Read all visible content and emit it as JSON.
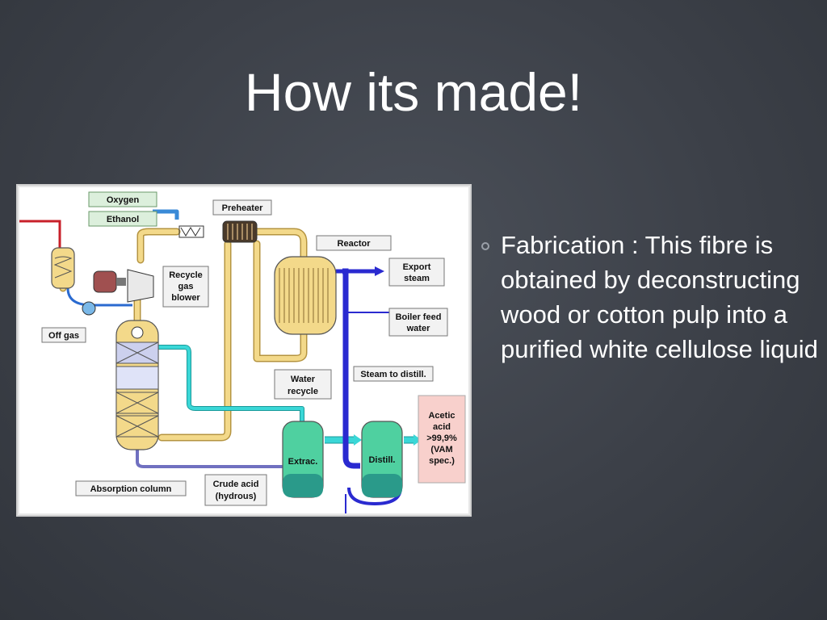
{
  "slide": {
    "title": "How its made!",
    "bullet": "Fabrication : This fibre is obtained by deconstructing wood or cotton pulp into a purified white cellulose liquid"
  },
  "diagram": {
    "labels": {
      "oxygen": "Oxygen",
      "ethanol": "Ethanol",
      "preheater": "Preheater",
      "reactor": "Reactor",
      "export_steam": [
        "Export",
        "steam"
      ],
      "recycle_gas_blower": [
        "Recycle",
        "gas",
        "blower"
      ],
      "boiler_feed_water": [
        "Boiler feed",
        "water"
      ],
      "off_gas": "Off gas",
      "steam_to_distill": "Steam to distill.",
      "water_recycle": [
        "Water",
        "recycle"
      ],
      "acetic_acid": [
        "Acetic",
        "acid",
        ">99,9%",
        "(VAM",
        "spec.)"
      ],
      "extrac": "Extrac.",
      "distill": "Distill.",
      "absorption_column": "Absorption column",
      "crude_acid": [
        "Crude acid",
        "(hydrous)"
      ]
    },
    "colors": {
      "feed_line": "#c8202a",
      "gas_line": "#f3d98a",
      "water_line": "#3ad7d7",
      "steam_line": "#2a2ad0",
      "product_box": "#f8d0cc",
      "vessel_green": "#4fd0a0"
    }
  }
}
